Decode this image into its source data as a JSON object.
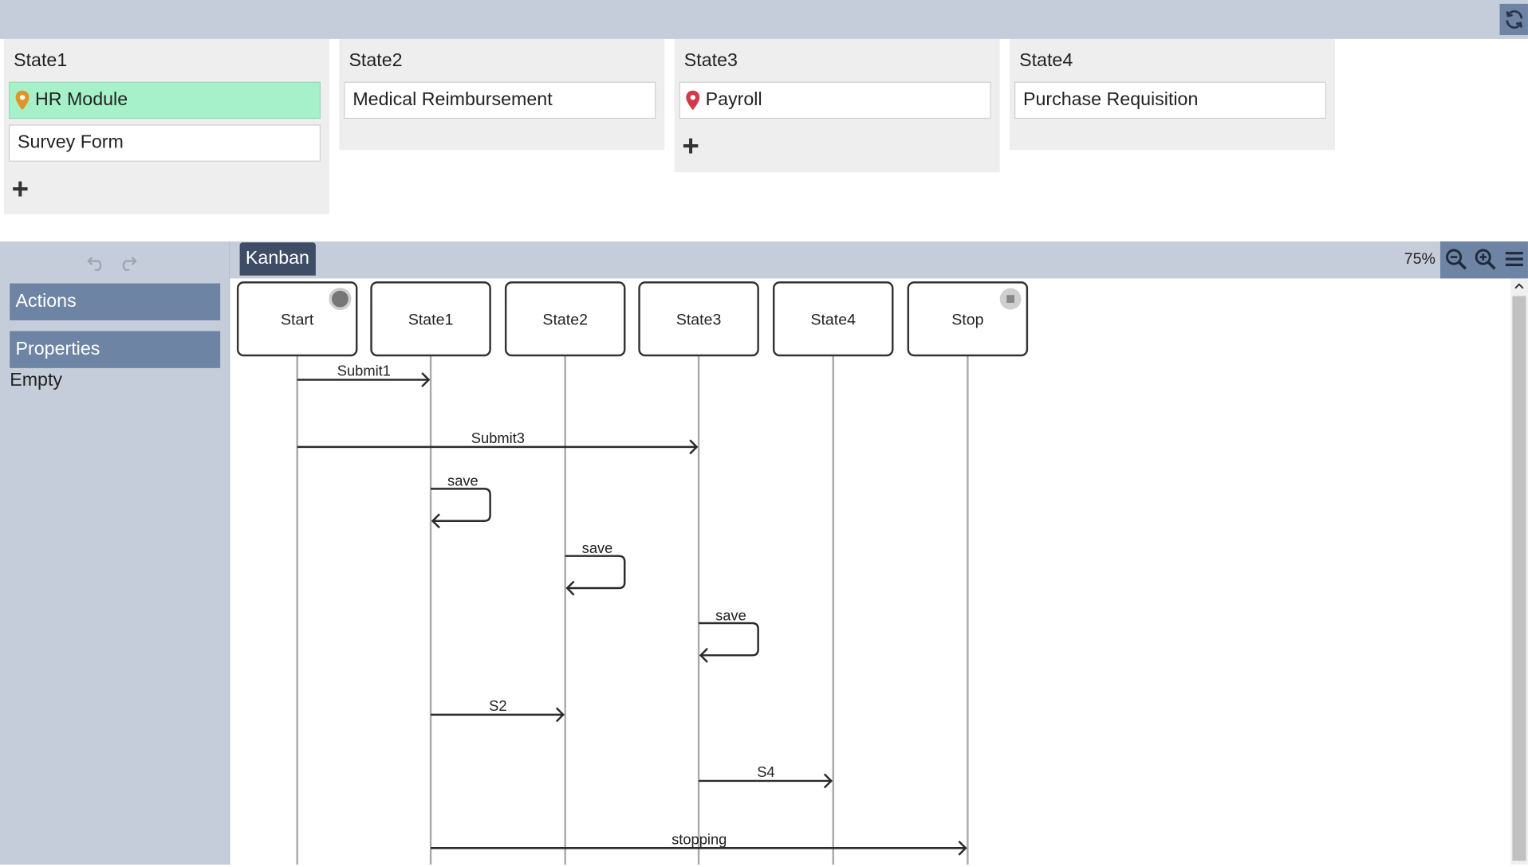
{
  "board": {
    "columns": [
      {
        "title": "State1",
        "cards": [
          "HR Module",
          "Survey Form"
        ]
      },
      {
        "title": "State2",
        "cards": [
          "Medical Reimbursement"
        ]
      },
      {
        "title": "State3",
        "cards": [
          "Payroll"
        ]
      },
      {
        "title": "State4",
        "cards": [
          "Purchase Requisition"
        ]
      }
    ],
    "add_label": "+"
  },
  "sidebar": {
    "actions_label": "Actions",
    "properties_label": "Properties",
    "properties_empty": "Empty"
  },
  "editor": {
    "tab_label": "Kanban",
    "zoom": "75%",
    "lifelines": [
      "Start",
      "State1",
      "State2",
      "State3",
      "State4",
      "Stop"
    ],
    "messages": [
      {
        "label": "Submit1",
        "from": 0,
        "to": 1
      },
      {
        "label": "Submit3",
        "from": 0,
        "to": 3
      },
      {
        "label": "save",
        "from": 1,
        "to": 1
      },
      {
        "label": "save",
        "from": 2,
        "to": 2
      },
      {
        "label": "save",
        "from": 3,
        "to": 3
      },
      {
        "label": "S2",
        "from": 1,
        "to": 2
      },
      {
        "label": "S4",
        "from": 3,
        "to": 4
      },
      {
        "label": "stopping",
        "from": 1,
        "to": 5
      }
    ]
  },
  "colors": {
    "selected_card": "#a6f1c9",
    "panel_header": "#6e84a5",
    "tab": "#3e4c66",
    "toolbar": "#c6cdda",
    "pin_orange": "#e0942a",
    "pin_red": "#d23a4a"
  },
  "icons": [
    "refresh-icon",
    "map-pin-icon",
    "undo-icon",
    "redo-icon",
    "zoom-out-icon",
    "zoom-in-icon",
    "menu-icon",
    "start-node-icon",
    "stop-node-icon"
  ]
}
